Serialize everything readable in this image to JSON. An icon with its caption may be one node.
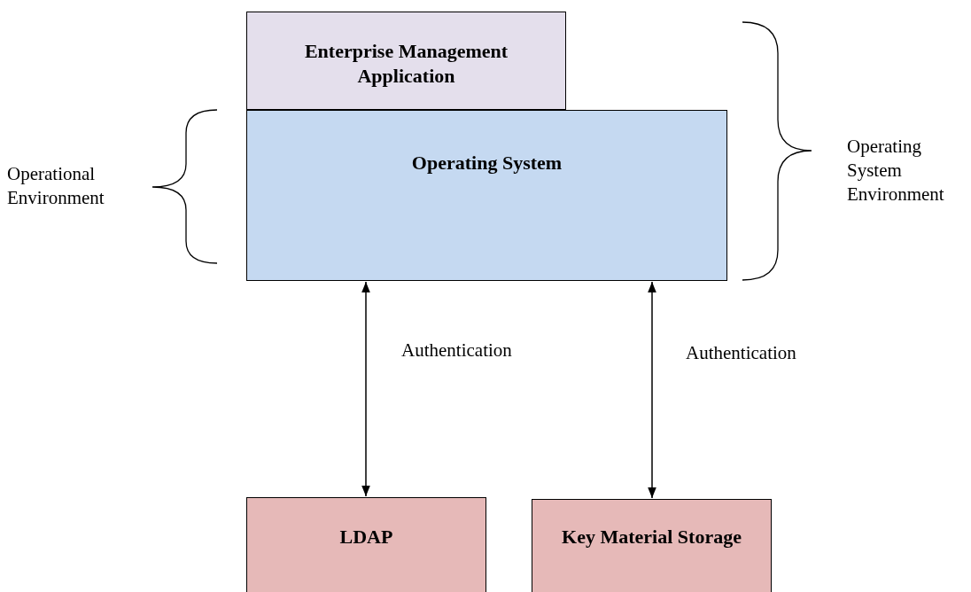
{
  "diagram": {
    "nodes": [
      {
        "text": [
          "Enterprise Management Application"
        ]
      },
      {
        "text": [
          "Operating System"
        ]
      },
      {
        "text": [
          "LDAP"
        ]
      },
      {
        "text": [
          "Key Material Storage"
        ]
      }
    ],
    "edges": [
      {
        "from": 1,
        "to": 2,
        "arrow": "both",
        "label": "Authentication"
      },
      {
        "from": 1,
        "to": 3,
        "arrow": "both",
        "label": "Authentication"
      }
    ],
    "labels": [
      "Operational Environment",
      "Operating System Environment"
    ]
  }
}
